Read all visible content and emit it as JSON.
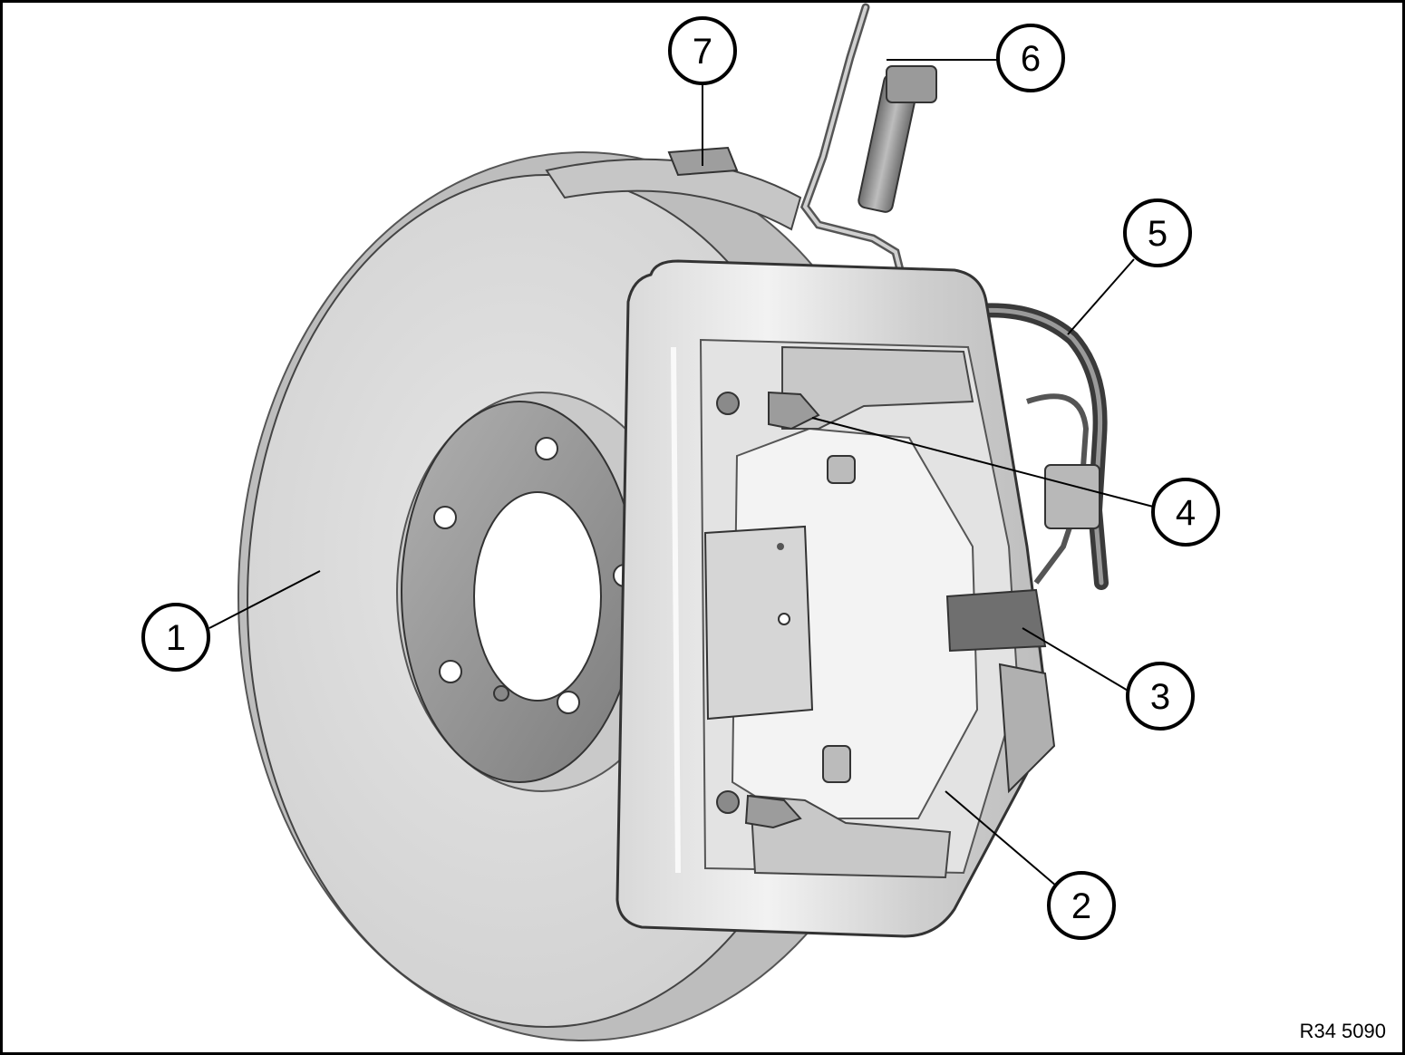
{
  "figure": {
    "reference_code": "R34 5090",
    "subject": "Brake disc and brake caliper assembly"
  },
  "callouts": [
    {
      "id": 1,
      "label": "1"
    },
    {
      "id": 2,
      "label": "2"
    },
    {
      "id": 3,
      "label": "3"
    },
    {
      "id": 4,
      "label": "4"
    },
    {
      "id": 5,
      "label": "5"
    },
    {
      "id": 6,
      "label": "6"
    },
    {
      "id": 7,
      "label": "7"
    }
  ],
  "colors": {
    "disc_face": "#dcdcdc",
    "disc_hub": "#9a9a9a",
    "caliper_light": "#e8e8e8",
    "caliper_mid": "#c4c4c4",
    "caliper_dark": "#8c8c8c",
    "outline": "#000000"
  }
}
